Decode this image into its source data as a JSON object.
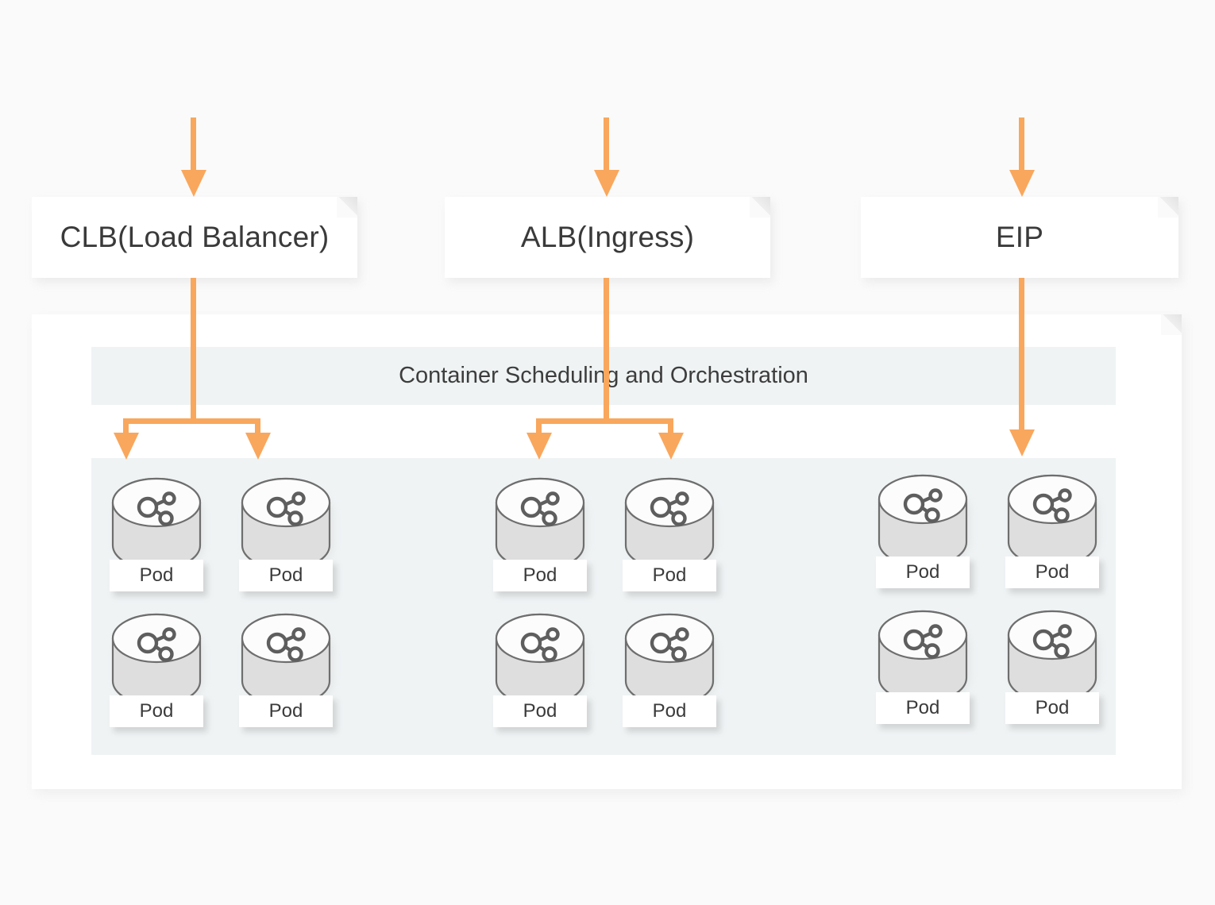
{
  "theme": {
    "page_background": "#fafafa",
    "accent_arrow": "#f9a75d",
    "panel_fill": "#eff3f4",
    "box_fill": "#ffffff",
    "text_color": "#3a3a3a",
    "pod_body": "#dedede",
    "pod_top": "#fcfcfc",
    "pod_stroke": "#6e6e6e"
  },
  "top_services": [
    {
      "id": "clb",
      "label": "CLB(Load Balancer)"
    },
    {
      "id": "alb",
      "label": "ALB(Ingress)"
    },
    {
      "id": "eip",
      "label": "EIP"
    }
  ],
  "main": {
    "orchestration_bar": {
      "label": "Container Scheduling and Orchestration"
    },
    "pod_groups": [
      {
        "id": "clb-group",
        "source": "CLB(Load Balancer)",
        "branching": "split-two",
        "rows": [
          [
            {
              "label": "Pod",
              "icon": "pod-network-icon"
            },
            {
              "label": "Pod",
              "icon": "pod-network-icon"
            }
          ],
          [
            {
              "label": "Pod",
              "icon": "pod-network-icon"
            },
            {
              "label": "Pod",
              "icon": "pod-network-icon"
            }
          ]
        ]
      },
      {
        "id": "alb-group",
        "source": "ALB(Ingress)",
        "branching": "split-two",
        "rows": [
          [
            {
              "label": "Pod",
              "icon": "pod-network-icon"
            },
            {
              "label": "Pod",
              "icon": "pod-network-icon"
            }
          ],
          [
            {
              "label": "Pod",
              "icon": "pod-network-icon"
            },
            {
              "label": "Pod",
              "icon": "pod-network-icon"
            }
          ]
        ]
      },
      {
        "id": "eip-group",
        "source": "EIP",
        "branching": "straight",
        "rows": [
          [
            {
              "label": "Pod",
              "icon": "pod-network-icon"
            },
            {
              "label": "Pod",
              "icon": "pod-network-icon"
            }
          ],
          [
            {
              "label": "Pod",
              "icon": "pod-network-icon"
            },
            {
              "label": "Pod",
              "icon": "pod-network-icon"
            }
          ]
        ]
      }
    ]
  },
  "connectors": {
    "ingress_arrow_icon": "arrow-down-icon",
    "to_orchestration_icon": "arrow-down-icon",
    "to_pods_icon": "arrow-down-icon"
  }
}
